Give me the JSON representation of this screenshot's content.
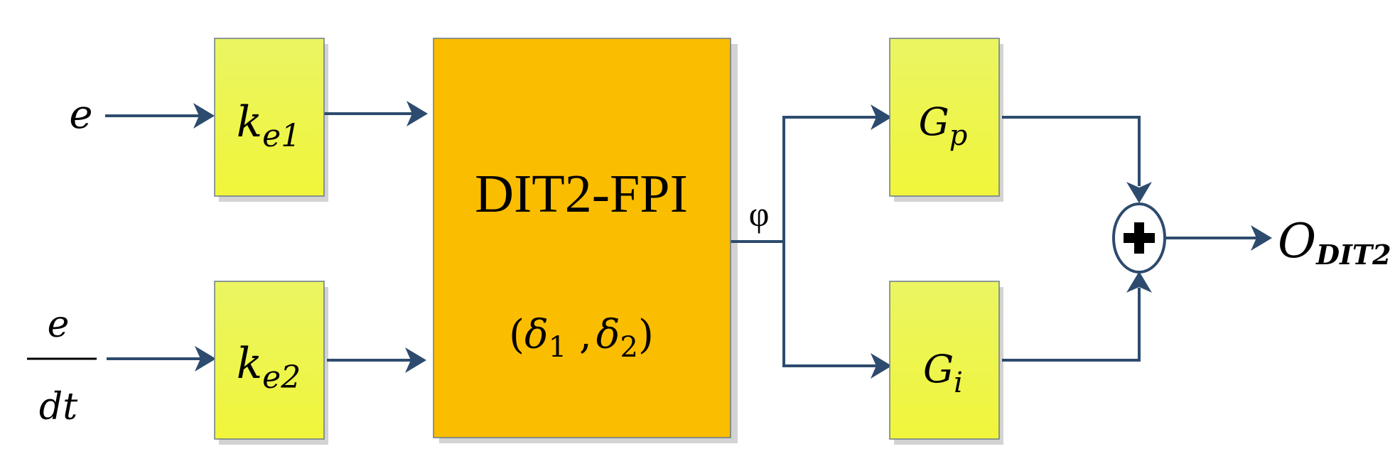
{
  "inputs": {
    "e": "e",
    "de_numerator": "e",
    "de_denominator": "dt"
  },
  "gains": {
    "ke1": {
      "base": "k",
      "sub": "e1"
    },
    "ke2": {
      "base": "k",
      "sub": "e2"
    },
    "gp": {
      "base": "G",
      "sub": "p"
    },
    "gi": {
      "base": "G",
      "sub": "i"
    }
  },
  "controller": {
    "title": "DIT2-FPI",
    "params_open": "(",
    "delta1_base": "δ",
    "delta1_sub": "1",
    "params_sep": " ,",
    "delta2_base": "δ",
    "delta2_sub": "2",
    "params_close": ")"
  },
  "signal_phi": "φ",
  "output": {
    "base": "O",
    "sub": "DIT2"
  },
  "colors": {
    "gain_block": "#eef542",
    "controller_block": "#fbbd00",
    "line": "#2d4b6e",
    "shadow": "#d0d0d0"
  }
}
